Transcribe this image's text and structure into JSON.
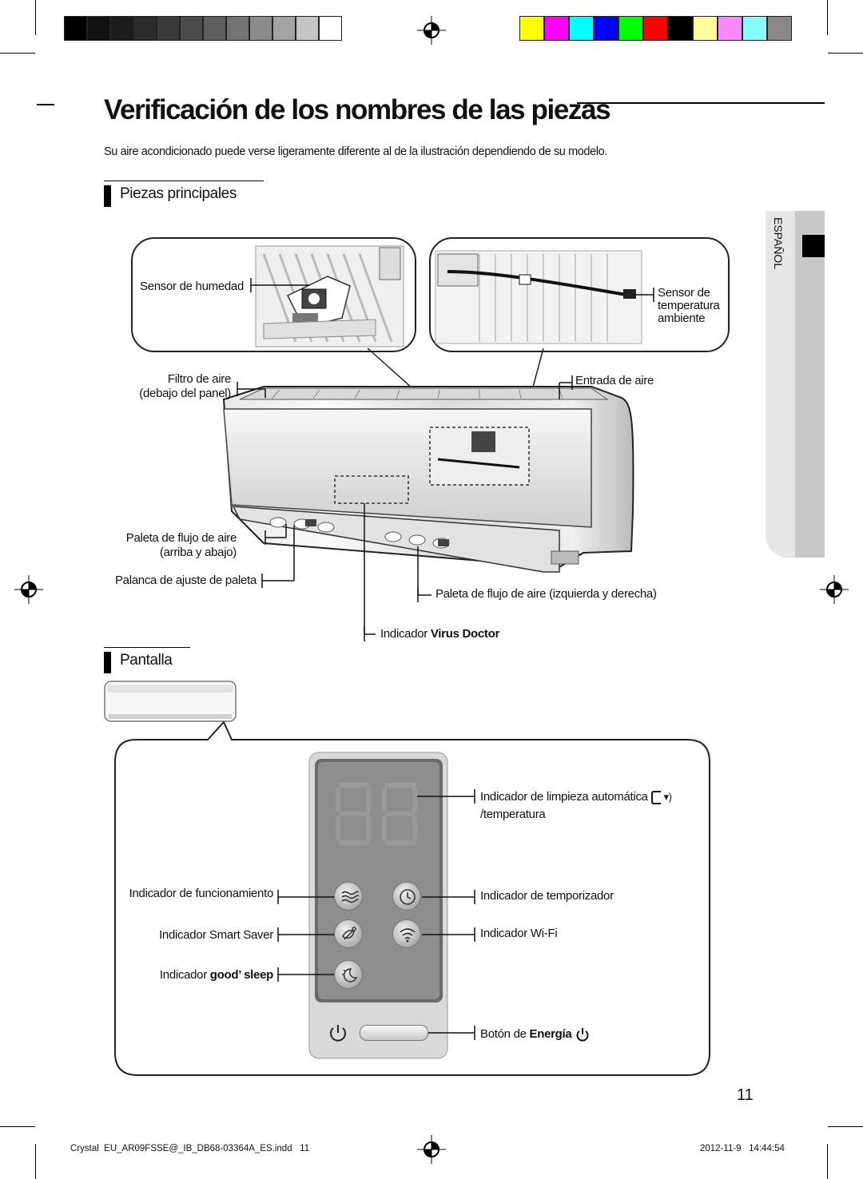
{
  "page": {
    "title": "Verificación de los nombres de las piezas",
    "intro": "Su aire acondicionado puede verse ligeramente diferente al de la ilustración dependiendo de su modelo.",
    "language_tab": "ESPAÑOL",
    "page_number": "11",
    "footer_file": "Crystal  EU_AR09FSSE@_IB_DB68-03364A_ES.indd   11",
    "footer_date": "2012-11-9   14:44:54"
  },
  "color_bar": {
    "grays": [
      "#000000",
      "#111111",
      "#1d1d1d",
      "#2b2b2b",
      "#3a3a3a",
      "#4c4c4c",
      "#5e5e5e",
      "#737373",
      "#8a8a8a",
      "#a3a3a3",
      "#c4c4c4",
      "#ffffff"
    ],
    "colors": [
      "#ffff00",
      "#ff00ff",
      "#00ffff",
      "#0000ff",
      "#00ff00",
      "#ff0000",
      "#000000",
      "#ffff99",
      "#ff88ff",
      "#88ffff",
      "#888888"
    ]
  },
  "section_main": {
    "heading": "Piezas principales",
    "labels": {
      "humidity_sensor": "Sensor de humedad",
      "temp_sensor_1": "Sensor de",
      "temp_sensor_2": "temperatura",
      "temp_sensor_3": "ambiente",
      "air_filter_1": "Filtro de aire",
      "air_filter_2": "(debajo del panel)",
      "air_inlet": "Entrada de aire",
      "vane_ud_1": "Paleta de flujo de aire",
      "vane_ud_2": "(arriba y abajo)",
      "vane_lever": "Palanca de ajuste de paleta",
      "vane_lr": "Paleta de flujo de aire (izquierda y derecha)",
      "virus_doctor_prefix": "Indicador ",
      "virus_doctor_bold": "Virus Doctor"
    }
  },
  "section_display": {
    "heading": "Pantalla",
    "labels": {
      "auto_clean_1": "Indicador de limpieza automática",
      "auto_clean_2": "/temperatura",
      "operation": "Indicador de funcionamiento",
      "timer": "Indicador de temporizador",
      "smart_saver": "Indicador Smart Saver",
      "wifi": "Indicador Wi-Fi",
      "good_sleep_prefix": "Indicador ",
      "good_sleep_bold": "good’ sleep",
      "power_prefix": "Botón de ",
      "power_bold": "Energía"
    },
    "icons": [
      "fan-icon",
      "timer-icon",
      "smart-saver-icon",
      "wifi-icon",
      "good-sleep-icon",
      "power-icon"
    ]
  }
}
